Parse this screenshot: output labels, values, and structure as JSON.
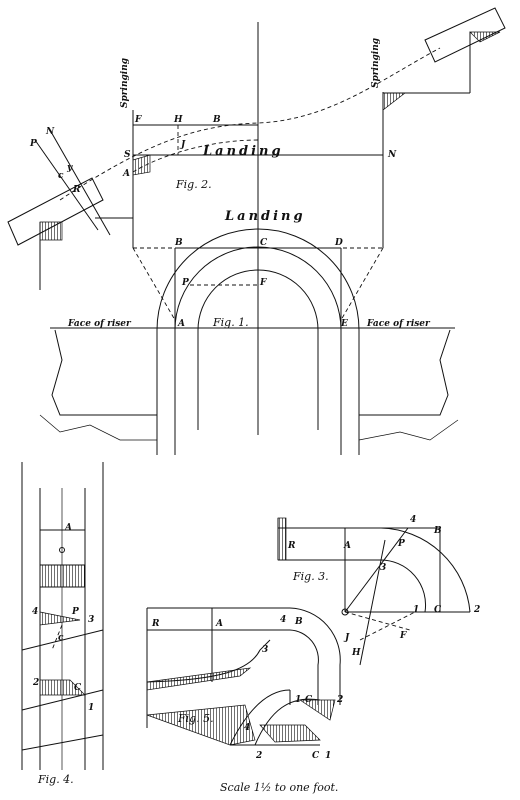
{
  "labels": {
    "springing": "Springing",
    "landing": "Landing",
    "face_of_riser": "Face of riser",
    "fig1": "Fig. 1.",
    "fig2": "Fig. 2.",
    "fig3": "Fig. 3.",
    "fig4": "Fig. 4.",
    "fig5": "Fig. 5.",
    "scale": "Scale 1½ to one foot."
  },
  "letters": {
    "F": "F",
    "H": "H",
    "B": "B",
    "J": "J",
    "S": "S",
    "N": "N",
    "A": "A",
    "P": "P",
    "c": "c",
    "y": "y",
    "R": "R",
    "C": "C",
    "D": "D",
    "E": "E",
    "n1": "1",
    "n2": "2",
    "n3": "3",
    "n4": "4"
  }
}
